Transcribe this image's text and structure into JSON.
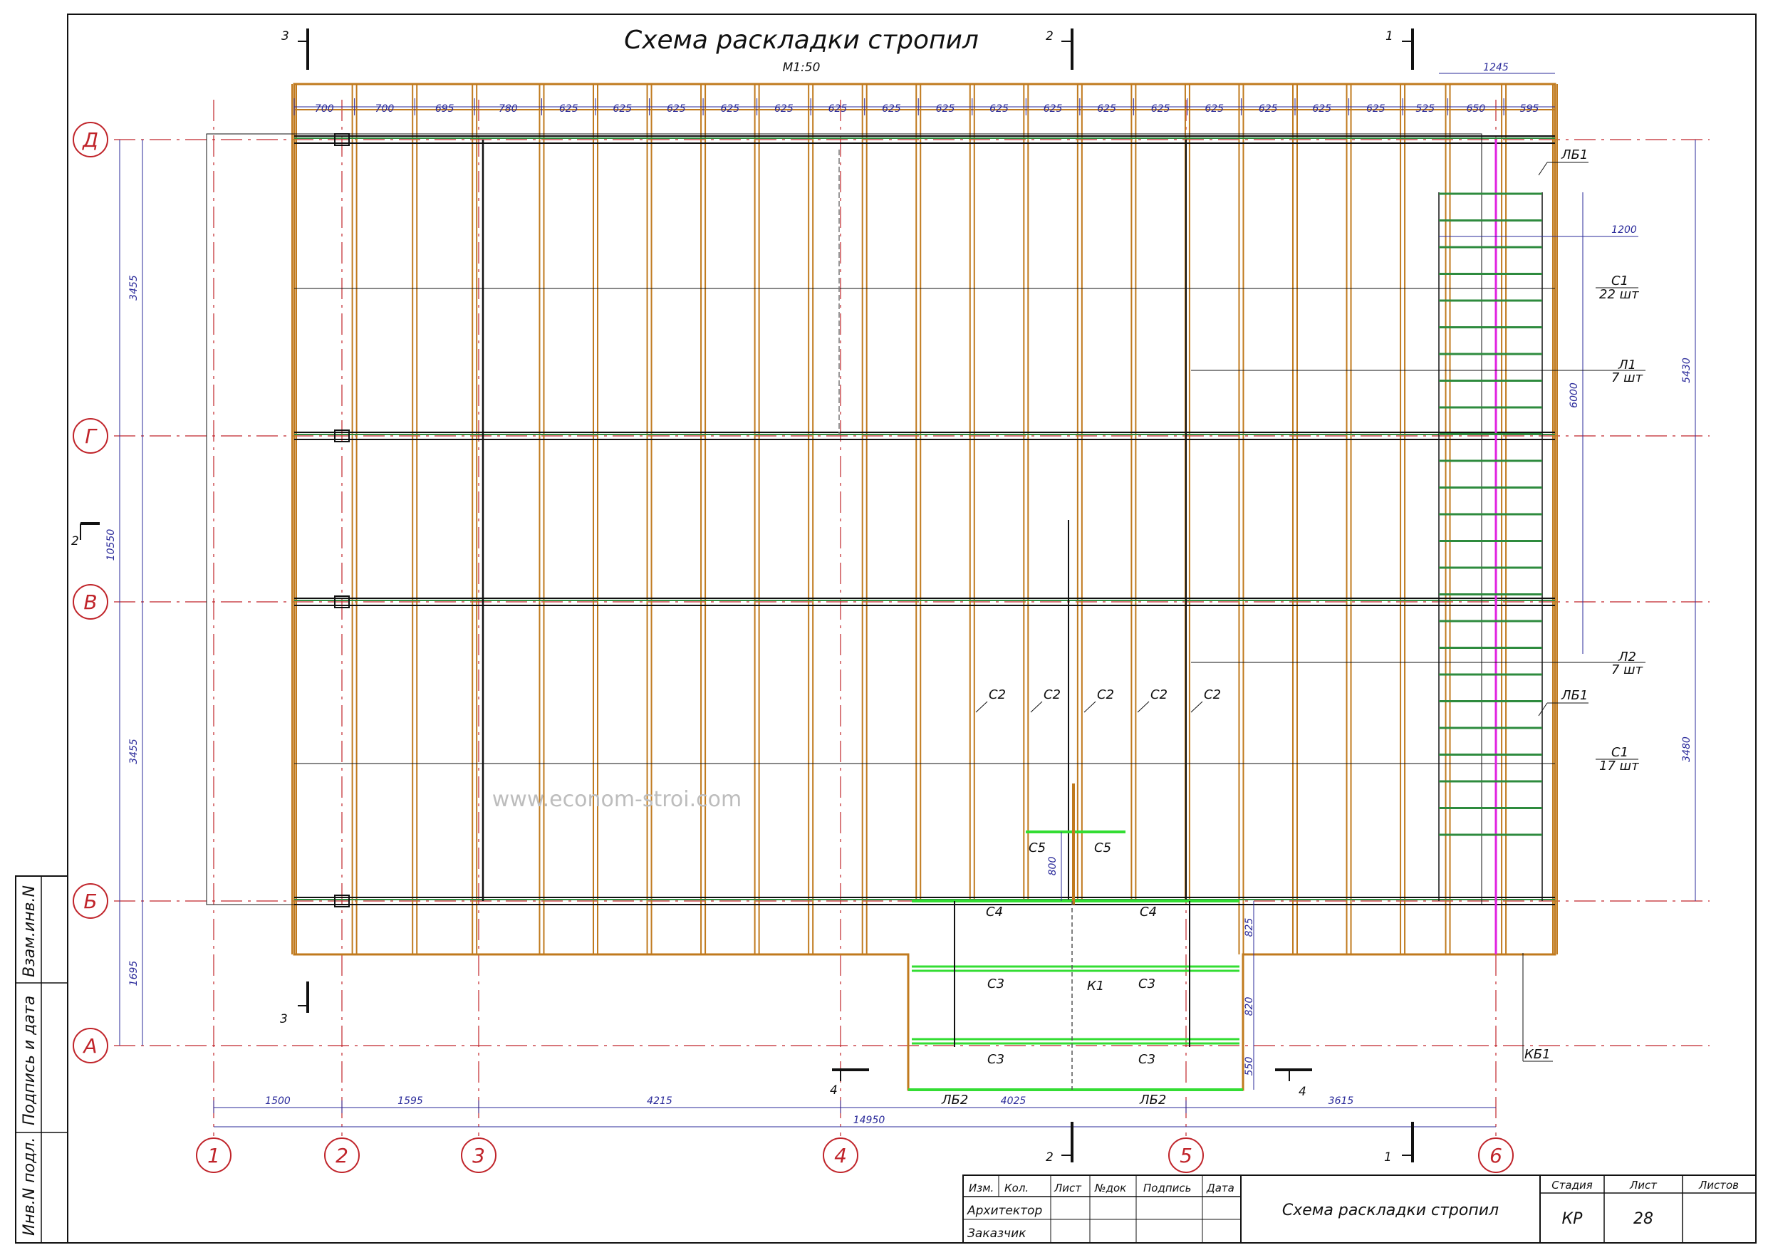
{
  "title": "Схема раскладки стропил",
  "scale": "М1:50",
  "watermark": "www.econom-stroi.com",
  "top_dims": [
    "700",
    "700",
    "695",
    "780",
    "625",
    "625",
    "625",
    "625",
    "625",
    "625",
    "625",
    "625",
    "625",
    "625",
    "625",
    "625",
    "625",
    "625",
    "625",
    "625",
    "525",
    "650",
    "595"
  ],
  "top_overall": "1245",
  "axes_rows": [
    "Д",
    "Г",
    "В",
    "Б",
    "А"
  ],
  "axes_cols": [
    "1",
    "2",
    "3",
    "4",
    "5",
    "6"
  ],
  "left_dims": {
    "dg": "3455",
    "overall": "10550",
    "vb": "3455",
    "ba": "1695"
  },
  "right_dims": {
    "d1": "5430",
    "d2": "6000",
    "d3": "3480",
    "d4": "1200"
  },
  "bottom_dims": [
    "1500",
    "1595",
    "4215",
    "4025",
    "3615"
  ],
  "bottom_overall": "14950",
  "porch_dims": {
    "v1": "825",
    "v2": "820",
    "v3": "550",
    "c5": "800"
  },
  "sections": {
    "s1": "1",
    "s2": "2",
    "s3": "3",
    "s4": "4",
    "s2side": "2"
  },
  "labels": {
    "c1a": "С1",
    "c1a_n": "22 шт",
    "l1": "Л1",
    "l1_n": "7 шт",
    "l2": "Л2",
    "l2_n": "7 шт",
    "c1b": "С1",
    "c1b_n": "17 шт",
    "lb1a": "ЛБ1",
    "lb1b": "ЛБ1",
    "c2": "С2",
    "c5": "С5",
    "c4": "С4",
    "c3": "С3",
    "k1": "К1",
    "lb2": "ЛБ2",
    "kb1": "КБ1"
  },
  "side_stamp": [
    "Инв.N подл.",
    "Подпись и дата",
    "Взам.инв.N"
  ],
  "titleblock": {
    "headers": [
      "Изм.",
      "Кол.",
      "Лист",
      "№док",
      "Подпись",
      "Дата"
    ],
    "architect": "Архитектор",
    "customer": "Заказчик",
    "name": "Схема раскладки стропил",
    "col_stage": "Стадия",
    "col_sheet": "Лист",
    "col_sheets": "Листов",
    "stage": "КР",
    "sheet": "28",
    "sheets": ""
  },
  "colors": {
    "rafter": "#c07a1e",
    "green": "#2e8b3e",
    "lime": "#33dd33",
    "magenta": "#e020e0",
    "axis": "#c0242a",
    "dim": "#2a2a9a"
  }
}
